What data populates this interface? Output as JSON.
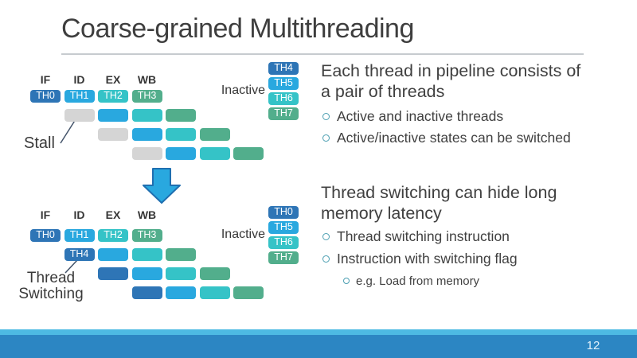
{
  "title": "Coarse-grained Multithreading",
  "footer": {
    "page_number": "12"
  },
  "colors": {
    "th0": "#2E75B6",
    "th1": "#29A8DF",
    "th2": "#35C3C7",
    "th3": "#52AE8C",
    "stall": "#D5D5D5",
    "arrow_fill": "#29A8DF",
    "arrow_stroke": "#1F6FB0",
    "pointer_line": "#44546A",
    "footer_bar": "#2C86C3",
    "footer_stripe": "#4DBAE3"
  },
  "content": {
    "block1": {
      "heading_lines": [
        "Each thread in pipeline  consists of",
        "a pair of threads"
      ],
      "bullets": [
        "Active and inactive threads",
        "Active/inactive states can be switched"
      ]
    },
    "block2": {
      "heading_lines": [
        "Thread switching can hide long",
        "memory latency"
      ],
      "bullets": [
        "Thread switching instruction",
        "Instruction with switching flag"
      ],
      "sub_bullets": [
        "e.g. Load from memory"
      ]
    }
  },
  "diagrams": {
    "top": {
      "stage_headers": [
        "IF",
        "ID",
        "EX",
        "WB"
      ],
      "annotation": "Stall",
      "inactive_label": "Inactive",
      "inactive": [
        {
          "label": "TH4",
          "color": "th0"
        },
        {
          "label": "TH5",
          "color": "th1"
        },
        {
          "label": "TH6",
          "color": "th2"
        },
        {
          "label": "TH7",
          "color": "th3"
        }
      ],
      "rows": [
        [
          {
            "c": 1,
            "color": "th0",
            "label": "TH0"
          },
          {
            "c": 2,
            "color": "th1",
            "label": "TH1"
          },
          {
            "c": 3,
            "color": "th2",
            "label": "TH2"
          },
          {
            "c": 4,
            "color": "th3",
            "label": "TH3"
          }
        ],
        [
          {
            "c": 2,
            "color": "stall"
          },
          {
            "c": 3,
            "color": "th1"
          },
          {
            "c": 4,
            "color": "th2"
          },
          {
            "c": 5,
            "color": "th3"
          }
        ],
        [
          {
            "c": 3,
            "color": "stall"
          },
          {
            "c": 4,
            "color": "th1"
          },
          {
            "c": 5,
            "color": "th2"
          },
          {
            "c": 6,
            "color": "th3"
          }
        ],
        [
          {
            "c": 4,
            "color": "stall"
          },
          {
            "c": 5,
            "color": "th1"
          },
          {
            "c": 6,
            "color": "th2"
          },
          {
            "c": 7,
            "color": "th3"
          }
        ]
      ]
    },
    "bottom": {
      "stage_headers": [
        "IF",
        "ID",
        "EX",
        "WB"
      ],
      "annotation_lines": [
        "Thread",
        "Switching"
      ],
      "inactive_label": "Inactive",
      "inactive": [
        {
          "label": "TH0",
          "color": "th0"
        },
        {
          "label": "TH5",
          "color": "th1"
        },
        {
          "label": "TH6",
          "color": "th2"
        },
        {
          "label": "TH7",
          "color": "th3"
        }
      ],
      "rows": [
        [
          {
            "c": 1,
            "color": "th0",
            "label": "TH0"
          },
          {
            "c": 2,
            "color": "th1",
            "label": "TH1"
          },
          {
            "c": 3,
            "color": "th2",
            "label": "TH2"
          },
          {
            "c": 4,
            "color": "th3",
            "label": "TH3"
          }
        ],
        [
          {
            "c": 2,
            "color": "th0",
            "label": "TH4"
          },
          {
            "c": 3,
            "color": "th1"
          },
          {
            "c": 4,
            "color": "th2"
          },
          {
            "c": 5,
            "color": "th3"
          }
        ],
        [
          {
            "c": 3,
            "color": "th0"
          },
          {
            "c": 4,
            "color": "th1"
          },
          {
            "c": 5,
            "color": "th2"
          },
          {
            "c": 6,
            "color": "th3"
          }
        ],
        [
          {
            "c": 4,
            "color": "th0"
          },
          {
            "c": 5,
            "color": "th1"
          },
          {
            "c": 6,
            "color": "th2"
          },
          {
            "c": 7,
            "color": "th3"
          }
        ]
      ]
    }
  }
}
